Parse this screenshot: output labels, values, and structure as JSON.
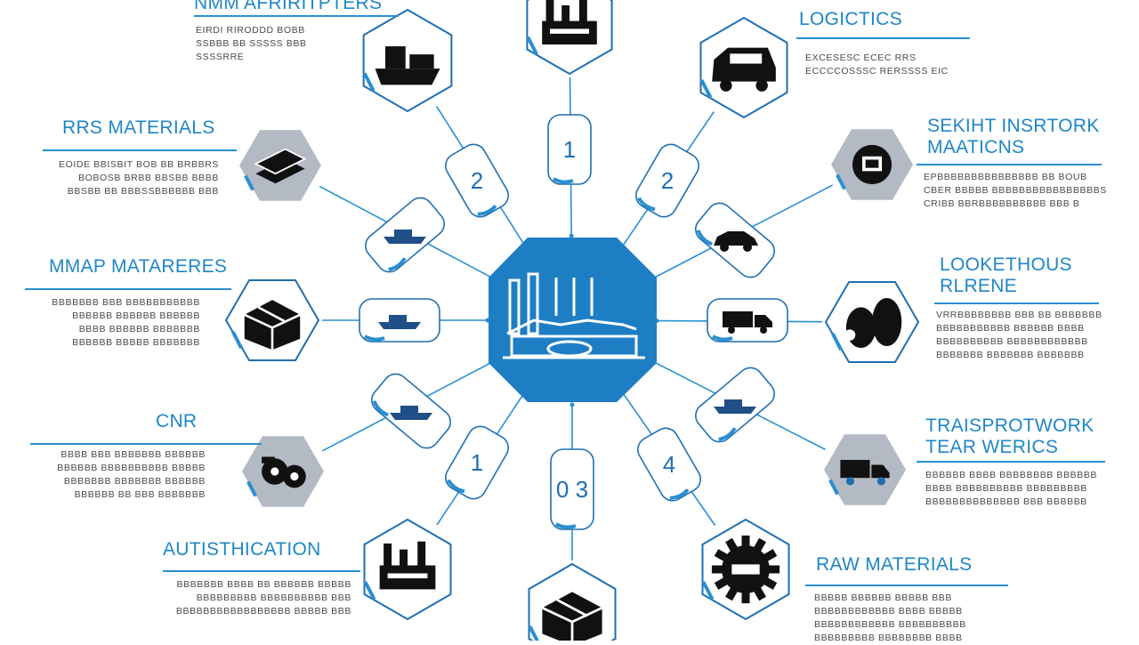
{
  "colors": {
    "accent": "#1f86c6",
    "hub": "#1e7ec4",
    "ink": "#111111",
    "gray": "#b3bac3",
    "text": "#4a4a4a"
  },
  "titles": {
    "top_left": "NMM AFRIRITPTERS",
    "logistics": "LOGICTICS",
    "raw_materials_left": "RRS MATERIALS",
    "sensor": [
      "SEKIHT INSRTORK",
      "MAATICNS"
    ],
    "map_materials": "MMAP MATARERES",
    "lookethous": [
      "LOOKETHOUS",
      "RLRENE"
    ],
    "cnr": "CNR",
    "transport": [
      "TRAISPROTWORK",
      "TEAR WERICS"
    ],
    "autisthication": "AUTISTHICATION",
    "raw_materials_right": "RAW MATERIALS"
  },
  "descriptions": {
    "top_left": [
      "EIRDI RIRODDD BOBB",
      "SSBBB BB SSSSS BBB",
      "SSSSRRE"
    ],
    "logistics": [
      "EXCESESC ECEC RRS",
      "ECCCCOSSSC RERSSSS EIC"
    ],
    "raw_materials_left": [
      "EOIDE BBISBIT BOB BB BRBBRS",
      "BOBOSB BRBB BBSBB BBBB",
      "BBSBB BB BBBSSBBBBBB BBB"
    ],
    "sensor": [
      "EPBBBBBBBBBBBBBBB BB BOUB",
      "CBER BBBBB BBBBBBBBBBBBBBBBS",
      "CRIBB BBRBBBBBBBBBB BBB B"
    ],
    "map_materials": [
      "BBBBBBB BBB BBBBBBBBBBB",
      "BBBBBB BBBBBB BBBBBB",
      "BBBB BBBBBB BBBBBBB",
      "BBBBBB BBBBB BBBBBBB"
    ],
    "lookethous": [
      "VRRBBBBBBBB BBB BB BBBBBBB",
      "BBBBBBBBBBB BBBBBB BBBB",
      "BBBBBBBBBB BBBBBBBBBBBB",
      "BBBBBBB BBBBBBB BBBBBBB"
    ],
    "cnr": [
      "BBBB BBB BBBBBBB BBBBBB",
      "BBBBBB BBBBBBBBBB BBBBB",
      "BBBBBBB BBBBBBB BBBBBB",
      "BBBBBB BB BBB BBBBBBB"
    ],
    "transport": [
      "BBBBBB BBBB BBBBBBBB BBBBBB",
      "BBBB BBBBBBBBBB BBBBBBBBB",
      "BBBBBBBBBBBBBB BBB BBBBBB"
    ],
    "autisthication": [
      "BBBBBBB BBBB BB BBBBBB BBBBB",
      "BBBBBBBBB BBBBBBBBBB BBB",
      "BBBBBBBBBBBBBBBBB BBBBB BBB"
    ],
    "raw_materials_right": [
      "BBBBB BBBBBB BBBBB BBB",
      "BBBBBBBBBBBB BBBB BBBBB",
      "BBBBBBBBBBBB BBBBBBBBBB",
      "BBBBBBBBB BBBBBBBB BBBB"
    ]
  },
  "connector_numbers": {
    "left_upper": "2",
    "top": "1",
    "right_upper": "2",
    "left_lower": "1",
    "bottom": "0 3",
    "right_lower": "4"
  },
  "icons": {
    "hub": "factory-icon",
    "top": "factory-icon",
    "top_left": "cargo-ship-icon",
    "logistics": "van-icon",
    "raw_materials_left": "material-stack-icon",
    "sensor": "network-device-icon",
    "map_materials": "boxes-icon",
    "lookethous": "storage-tanks-icon",
    "cnr": "machinery-icon",
    "transport": "truck-icon",
    "autisthication": "factory-icon",
    "bottom": "boxes-icon",
    "raw_materials_right": "gear-icon"
  }
}
